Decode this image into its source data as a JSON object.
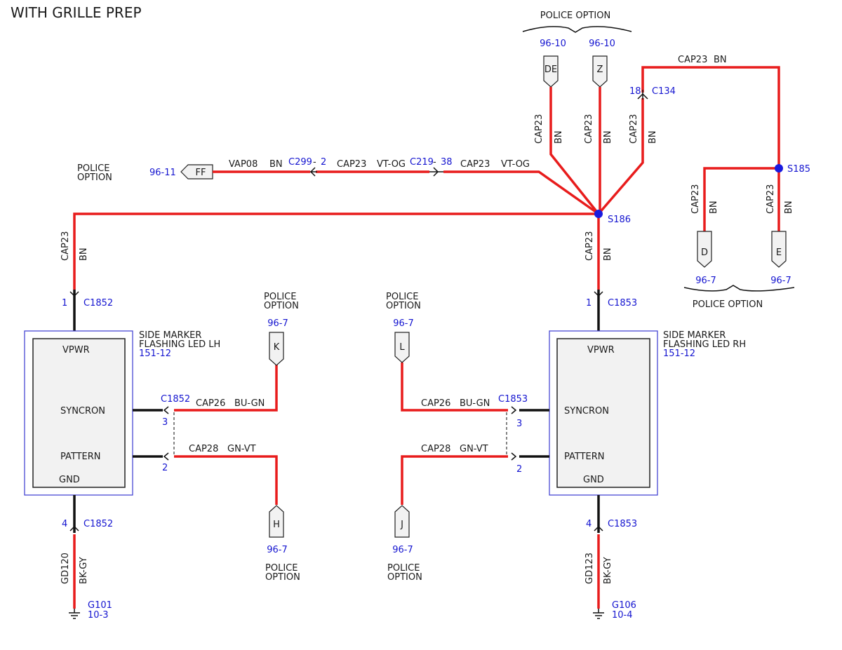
{
  "title": "WITH GRILLE PREP",
  "colors": {
    "wire": "#e81c1c",
    "reference": "#1515d0",
    "splice": "#1a1adf",
    "module_border": "#3a3ad0"
  },
  "option_labels": {
    "police_option": "POLICE OPTION",
    "police_line1": "POLICE",
    "police_line2": "OPTION"
  },
  "splices": {
    "s185": "S185",
    "s186": "S186"
  },
  "circuits": {
    "cap23": "CAP23",
    "vap08": "VAP08",
    "cap26": "CAP26",
    "cap28": "CAP28",
    "gd120": "GD120",
    "gd123": "GD123"
  },
  "wire_colors": {
    "bn": "BN",
    "vt_og": "VT-OG",
    "bu_gn": "BU-GN",
    "gn_vt": "GN-VT",
    "bk_gy": "BK-GY"
  },
  "connectors": {
    "c134": "C134",
    "c134_pin": "18",
    "c299": "C299",
    "c299_pin": "2",
    "c219": "C219",
    "c219_pin": "38",
    "c1852": "C1852",
    "c1853": "C1853",
    "pin1": "1",
    "pin2": "2",
    "pin3": "3",
    "pin4": "4"
  },
  "terminals": {
    "de": "DE",
    "z": "Z",
    "ff": "FF",
    "d": "D",
    "e": "E",
    "k": "K",
    "l": "L",
    "h": "H",
    "j": "J"
  },
  "refs": {
    "r96_10": "96-10",
    "r96_11": "96-11",
    "r96_7": "96-7",
    "r151_12": "151-12"
  },
  "modules": {
    "left": {
      "name_line1": "SIDE MARKER",
      "name_line2": "FLASHING LED LH",
      "ref": "151-12"
    },
    "right": {
      "name_line1": "SIDE MARKER",
      "name_line2": "FLASHING LED RH",
      "ref": "151-12"
    },
    "pins": {
      "vpwr": "VPWR",
      "syncron": "SYNCRON",
      "pattern": "PATTERN",
      "gnd": "GND"
    }
  },
  "grounds": {
    "g101": "G101",
    "g101_ref": "10-3",
    "g106": "G106",
    "g106_ref": "10-4"
  }
}
